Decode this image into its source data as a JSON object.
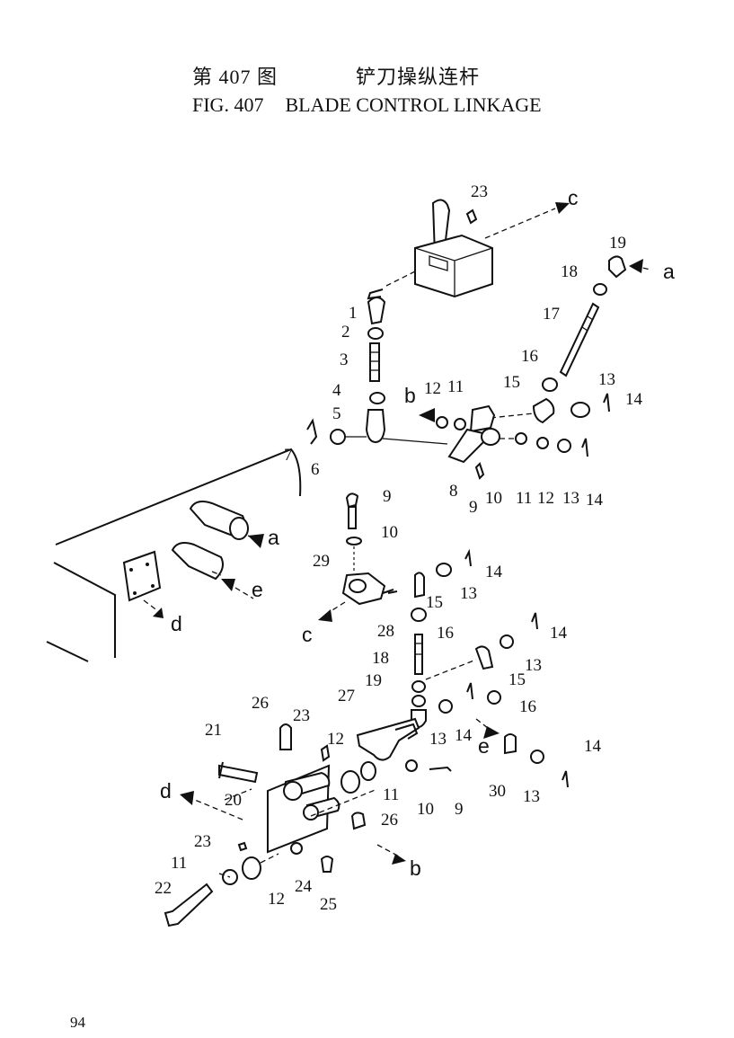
{
  "header": {
    "figure_cn": "第 407 图",
    "name_cn": "铲刀操纵连杆",
    "figure_en": "FIG. 407",
    "name_en": "BLADE CONTROL LINKAGE"
  },
  "footer": {
    "page_number": "94"
  },
  "callouts": {
    "p1": "1",
    "p2": "2",
    "p3": "3",
    "p4": "4",
    "p5": "5",
    "p6": "6",
    "p7": "7",
    "p8": "8",
    "p9": "9",
    "p10": "10",
    "p11": "11",
    "p12": "12",
    "p13": "13",
    "p14": "14",
    "p15": "15",
    "p16": "16",
    "p17": "17",
    "p18": "18",
    "p19": "19",
    "p20": "20",
    "p21": "21",
    "p22": "22",
    "p23": "23",
    "p24": "24",
    "p25": "25",
    "p26": "26",
    "p27": "27",
    "p28": "28",
    "p29": "29",
    "p30": "30"
  },
  "refs": {
    "a": "a",
    "b": "b",
    "c": "c",
    "d": "d",
    "e": "e"
  }
}
